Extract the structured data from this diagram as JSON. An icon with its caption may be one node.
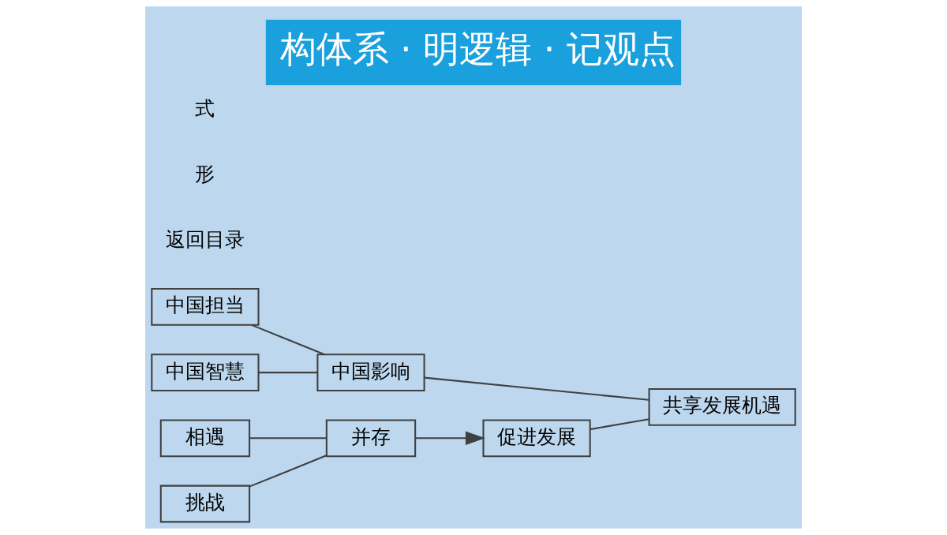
{
  "diagram": {
    "title": "构体系 · 明逻辑 · 记观点",
    "nodes": [
      {
        "text": [
          "中国担当"
        ]
      },
      {
        "text": [
          "中国智慧"
        ]
      },
      {
        "text": [
          "中国影响"
        ]
      },
      {
        "text": [
          "共享发展机遇"
        ]
      },
      {
        "text": [
          "相遇"
        ]
      },
      {
        "text": [
          "挑战"
        ]
      },
      {
        "text": [
          "并存"
        ]
      },
      {
        "text": [
          "促进发展"
        ]
      }
    ],
    "edges": [
      {
        "from": 0,
        "to": 2,
        "arrow": "none"
      },
      {
        "from": 1,
        "to": 2,
        "arrow": "none"
      },
      {
        "from": 2,
        "to": 3,
        "arrow": "none"
      },
      {
        "from": 4,
        "to": 6,
        "arrow": "none"
      },
      {
        "from": 5,
        "to": 6,
        "arrow": "none"
      },
      {
        "from": 6,
        "to": 7,
        "arrow": "to"
      },
      {
        "from": 7,
        "to": 3,
        "arrow": "none"
      }
    ],
    "labels": [
      "返回目录",
      "形",
      "式"
    ]
  }
}
